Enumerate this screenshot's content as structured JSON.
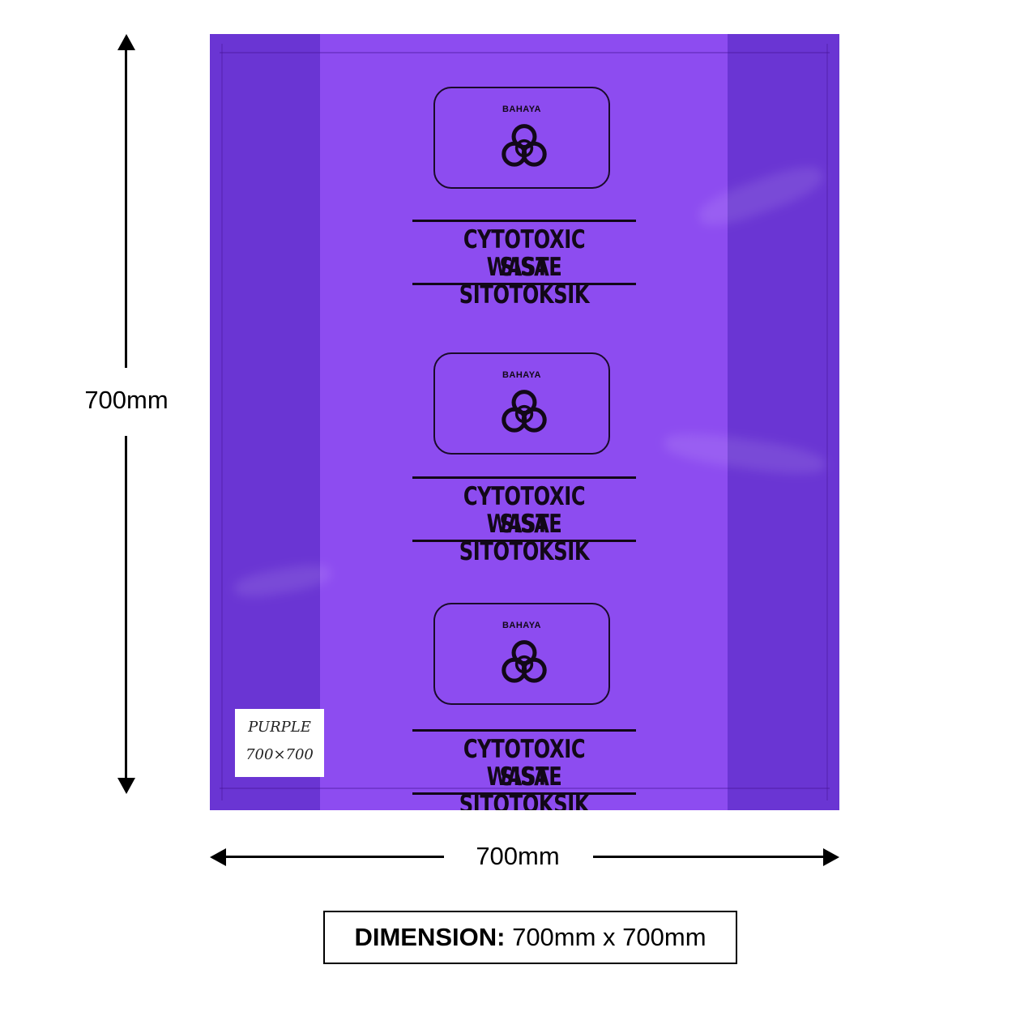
{
  "bag": {
    "print_blocks": [
      {
        "hazard_label": "BAHAYA",
        "line1": "CYTOTOXIC WASTE",
        "line2": "SISA SITOTOKSIK"
      },
      {
        "hazard_label": "BAHAYA",
        "line1": "CYTOTOXIC WASTE",
        "line2": "SISA SITOTOKSIK"
      },
      {
        "hazard_label": "BAHAYA",
        "line1": "CYTOTOXIC WASTE",
        "line2": "SISA SITOTOKSIK"
      }
    ],
    "handwritten_tag": {
      "line1": "PURPLE",
      "line2": "700×700"
    },
    "colors": {
      "side_gusset": "#6a35d3",
      "center_panel": "#8d4cf0",
      "print": "#120818"
    },
    "icon": "biohazard-icon"
  },
  "dimensions": {
    "height_label": "700mm",
    "width_label": "700mm",
    "summary_label": "DIMENSION:",
    "summary_value": "700mm x 700mm"
  }
}
